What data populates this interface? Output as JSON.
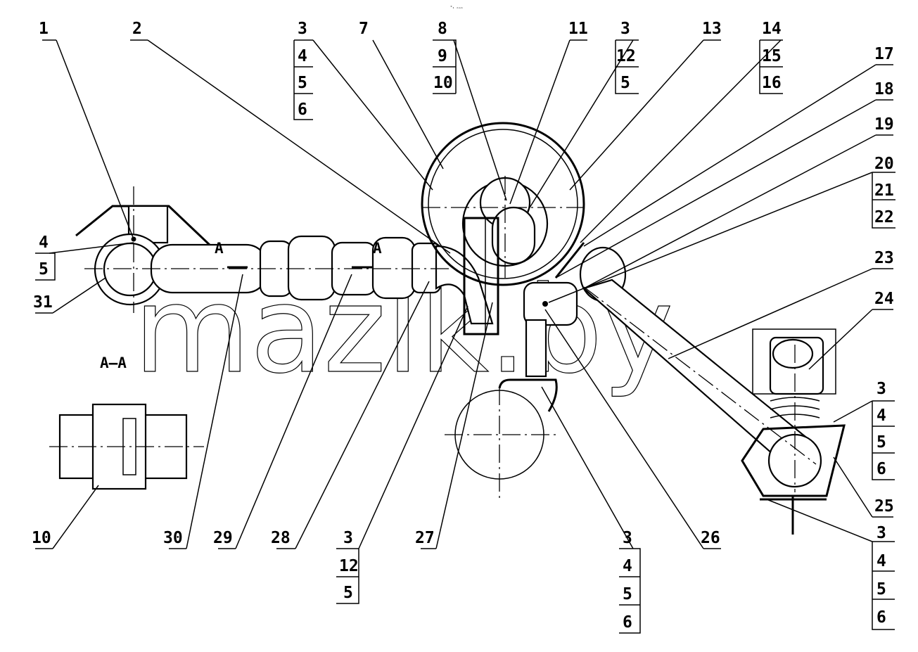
{
  "header_text": "°₁ ₘₐₘ",
  "watermark": "mazlk.by",
  "section_label": "A–A",
  "section_marks": [
    "A",
    "A"
  ],
  "callouts": [
    {
      "id": "c1",
      "lines": [
        "1"
      ]
    },
    {
      "id": "c2",
      "lines": [
        "2"
      ]
    },
    {
      "id": "c3a",
      "lines": [
        "3",
        "4",
        "5",
        "6"
      ]
    },
    {
      "id": "c7",
      "lines": [
        "7"
      ]
    },
    {
      "id": "c8",
      "lines": [
        "8",
        "9",
        "10"
      ]
    },
    {
      "id": "c11",
      "lines": [
        "11"
      ]
    },
    {
      "id": "c3b",
      "lines": [
        "3",
        "12",
        "5"
      ]
    },
    {
      "id": "c13",
      "lines": [
        "13"
      ]
    },
    {
      "id": "c14",
      "lines": [
        "14",
        "15",
        "16"
      ]
    },
    {
      "id": "c17",
      "lines": [
        "17"
      ]
    },
    {
      "id": "c18",
      "lines": [
        "18"
      ]
    },
    {
      "id": "c19",
      "lines": [
        "19"
      ]
    },
    {
      "id": "c20",
      "lines": [
        "20",
        "21",
        "22"
      ]
    },
    {
      "id": "c23",
      "lines": [
        "23"
      ]
    },
    {
      "id": "c24",
      "lines": [
        "24"
      ]
    },
    {
      "id": "c3c",
      "lines": [
        "3",
        "4",
        "5",
        "6"
      ]
    },
    {
      "id": "c25",
      "lines": [
        "25"
      ]
    },
    {
      "id": "c3d",
      "lines": [
        "3",
        "4",
        "5",
        "6"
      ]
    },
    {
      "id": "c26",
      "lines": [
        "26"
      ]
    },
    {
      "id": "c3e",
      "lines": [
        "3",
        "4",
        "5",
        "6"
      ]
    },
    {
      "id": "c27",
      "lines": [
        "27"
      ]
    },
    {
      "id": "c3f",
      "lines": [
        "3",
        "12",
        "5"
      ]
    },
    {
      "id": "c28",
      "lines": [
        "28"
      ]
    },
    {
      "id": "c29",
      "lines": [
        "29"
      ]
    },
    {
      "id": "c30",
      "lines": [
        "30"
      ]
    },
    {
      "id": "c10",
      "lines": [
        "10"
      ]
    },
    {
      "id": "c4",
      "lines": [
        "4",
        "5"
      ]
    },
    {
      "id": "c31",
      "lines": [
        "31"
      ]
    }
  ]
}
